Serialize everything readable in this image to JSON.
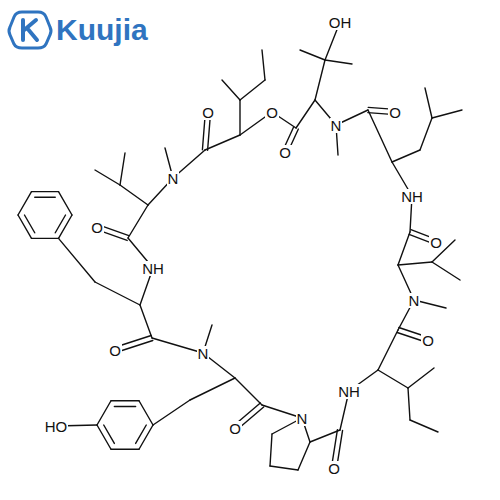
{
  "diagram": {
    "labels": [
      "Kuujia",
      "OH",
      "O",
      "O",
      "O",
      "N",
      "O",
      "N",
      "NH",
      "O",
      "O",
      "NH",
      "N",
      "O",
      "O",
      "N",
      "NH",
      "N",
      "HO",
      "O",
      "O"
    ]
  }
}
